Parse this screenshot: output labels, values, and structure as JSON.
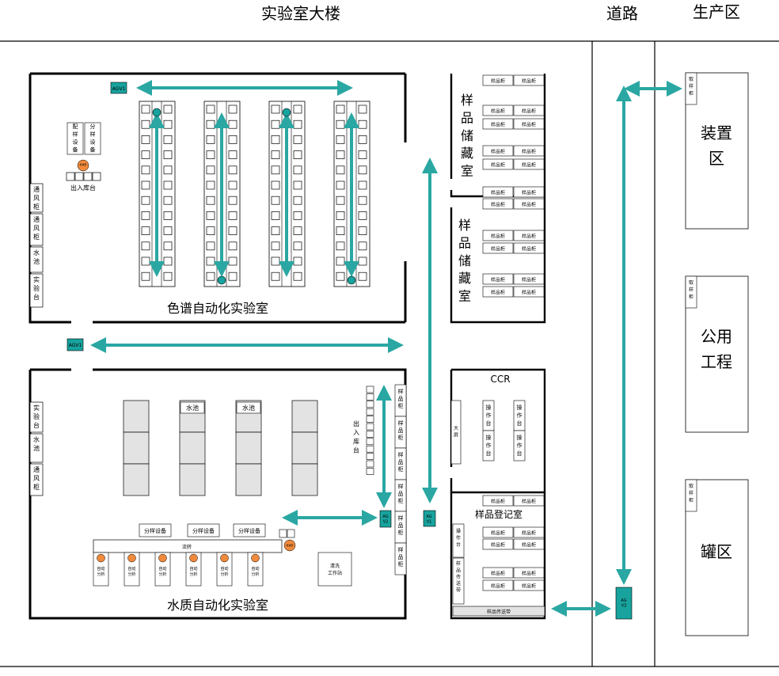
{
  "headers": {
    "lab_building": "实验室大楼",
    "road": "道路",
    "production_area": "生产区"
  },
  "chrom_lab": {
    "title": "色谱自动化实验室",
    "agv_label": "AGV1",
    "dispense_device": "配样设备",
    "split_device": "分样设备",
    "robot_label": "机械臂",
    "inout_station": "出入库台",
    "wall_units": [
      "通风柜",
      "通风柜",
      "水池",
      "实验台"
    ]
  },
  "corridor": {
    "agv_label": "AGV1",
    "agv_road_label": "AGV1"
  },
  "water_lab": {
    "title": "水质自动化实验室",
    "sink1": "水池",
    "sink2": "水池",
    "wall_units": [
      "实验台",
      "水池",
      "通风柜"
    ],
    "inout_station": "出入库台",
    "right_cabinets": [
      "样品柜",
      "样品柜",
      "样品柜",
      "样品柜",
      "样品柜",
      "样品柜"
    ],
    "agv_label": "AGV2",
    "split_devices": [
      "分样设备",
      "分样设备",
      "分样设备"
    ],
    "conveyor_label": "流转",
    "robot_label": "机械臂",
    "analyzers": [
      "自动分析",
      "自动分析",
      "自动分析",
      "自动分析",
      "自动分析",
      "自动分析"
    ],
    "cleaning_station": "清洗工作站"
  },
  "storage": {
    "room1_label": "样品储藏室",
    "room2_label": "样品储藏室",
    "cabinet_label": "样品柜"
  },
  "ccr": {
    "title": "CCR",
    "big_screen": "大屏",
    "console1": [
      "操作台",
      "操作台"
    ],
    "console2": [
      "操作台",
      "操作台"
    ]
  },
  "registry": {
    "title": "样品登记室",
    "operation_desk": "操作台",
    "conveyor_vertical": "样品传送带",
    "conveyor_horizontal": "样品传送带",
    "cabinet_label": "样品柜"
  },
  "production": {
    "agv_label": "AGV3",
    "sampling_cabinet": "取样柜",
    "zones": [
      "装置区",
      "公用工程",
      "罐区"
    ]
  },
  "colors": {
    "arrow": "#2aa7a2",
    "agv_fill": "#18a39e",
    "robot": "#f08a3c",
    "device_fill": "#e3e3e3"
  }
}
